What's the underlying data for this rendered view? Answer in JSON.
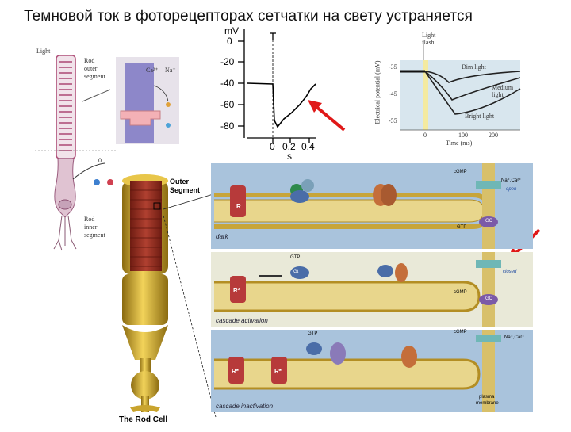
{
  "title": "Темновой ток в фоторецепторах сетчатки на свету устраняется",
  "rod_diagram": {
    "light": "Light",
    "outer_segment": [
      "Rod",
      "outer",
      "segment"
    ],
    "inner_segment": [
      "Rod",
      "inner",
      "segment"
    ],
    "ions": [
      "Ca²⁺",
      "Na⁺"
    ],
    "zero": "0"
  },
  "trace_chart": {
    "ylabel": "mV",
    "yticks": [
      "0",
      "-20",
      "-40",
      "-60",
      "-80"
    ],
    "xticks": [
      "0",
      "0.2",
      "0.4"
    ],
    "xlabel": "s"
  },
  "graded_chart": {
    "light_flash": [
      "Light",
      "flash"
    ],
    "ylabel": "Electrical potential (mV)",
    "yticks": [
      "-35",
      "-45",
      "-55"
    ],
    "xlabel": "Time (ms)",
    "xticks": [
      "0",
      "100",
      "200"
    ],
    "curves": [
      "Dim light",
      "Medium light",
      "Bright light"
    ]
  },
  "rod_cell": {
    "outer_segment": [
      "Outer",
      "Segment"
    ],
    "caption": "The Rod Cell"
  },
  "cascade": {
    "state_dark": "dark",
    "state_activation": "cascade activation",
    "state_inactivation": "cascade inactivation",
    "channel_open": "open",
    "channel_closed": "closed",
    "ions": "Na⁺,Ca²⁺",
    "cgmp": "cGMP",
    "gtp": "GTP",
    "gc": "GC",
    "receptor": "R",
    "receptor_active": "R*",
    "gt_alpha": "Gt",
    "plasma_membrane": [
      "plasma",
      "membrane"
    ]
  }
}
